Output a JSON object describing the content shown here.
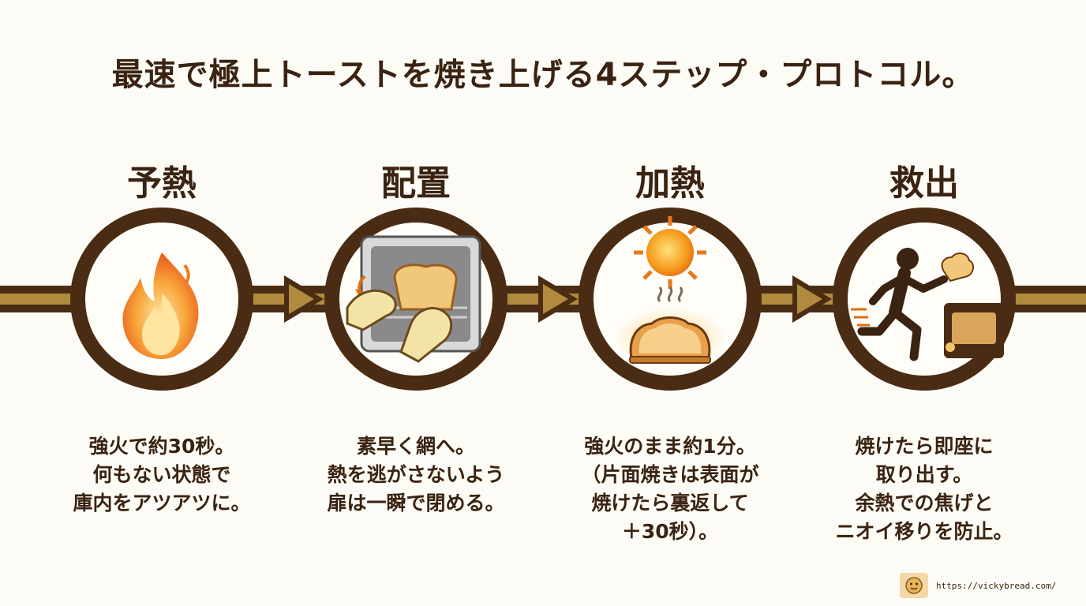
{
  "title": "最速で極上トーストを焼き上げる4ステップ・プロトコル。",
  "steps": [
    {
      "title": "予熱",
      "icon": "flame-icon",
      "lines": [
        "強火で約30秒。",
        "何もない状態で",
        "庫内をアツアツに。"
      ]
    },
    {
      "title": "配置",
      "icon": "oven-toast-placing-icon",
      "lines": [
        "素早く網へ。",
        "熱を逃がさないよう",
        "扉は一瞬で閉める。"
      ]
    },
    {
      "title": "加熱",
      "icon": "sun-heating-toast-icon",
      "lines": [
        "強火のまま約1分。",
        "（片面焼きは表面が",
        "焼けたら裏返して",
        "＋30秒）。"
      ]
    },
    {
      "title": "救出",
      "icon": "runner-rescue-toast-icon",
      "lines": [
        "焼けたら即座に",
        "取り出す。",
        "余熱での焦げと",
        "ニオイ移りを防止。"
      ]
    }
  ],
  "footer": {
    "url": "https://vickybread.com/"
  },
  "colors": {
    "dark_brown": "#3a2312",
    "gold": "#b08a3e",
    "background": "#fdfbf5",
    "flame": "#f07a1a"
  }
}
